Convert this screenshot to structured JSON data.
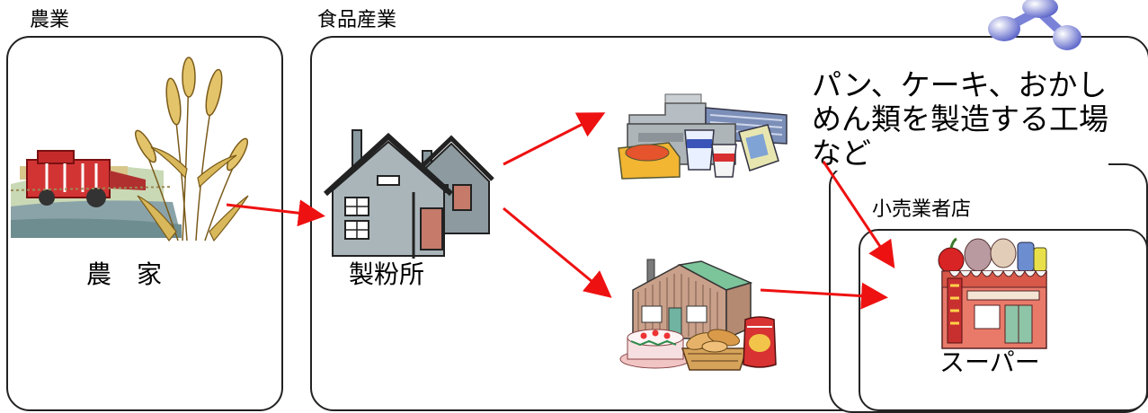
{
  "sections": {
    "agriculture": "農業",
    "food_industry": "食品産業",
    "retail": "小売業者店"
  },
  "captions": {
    "farmer": "農　家",
    "flour_mill": "製粉所",
    "supermarket": "スーパー"
  },
  "factory_description": "パン、ケーキ、おかし\nめん類を製造する工場\nなど",
  "colors": {
    "arrow": "#ee1111",
    "box_border": "#222222"
  },
  "icons": [
    "wheat-icon",
    "combine-harvester-icon",
    "flour-mill-icon",
    "food-factory-icon",
    "processed-foods-icon",
    "bakery-icon",
    "cake-icon",
    "bread-basket-icon",
    "snack-bag-icon",
    "supermarket-icon",
    "molecule-icon"
  ]
}
